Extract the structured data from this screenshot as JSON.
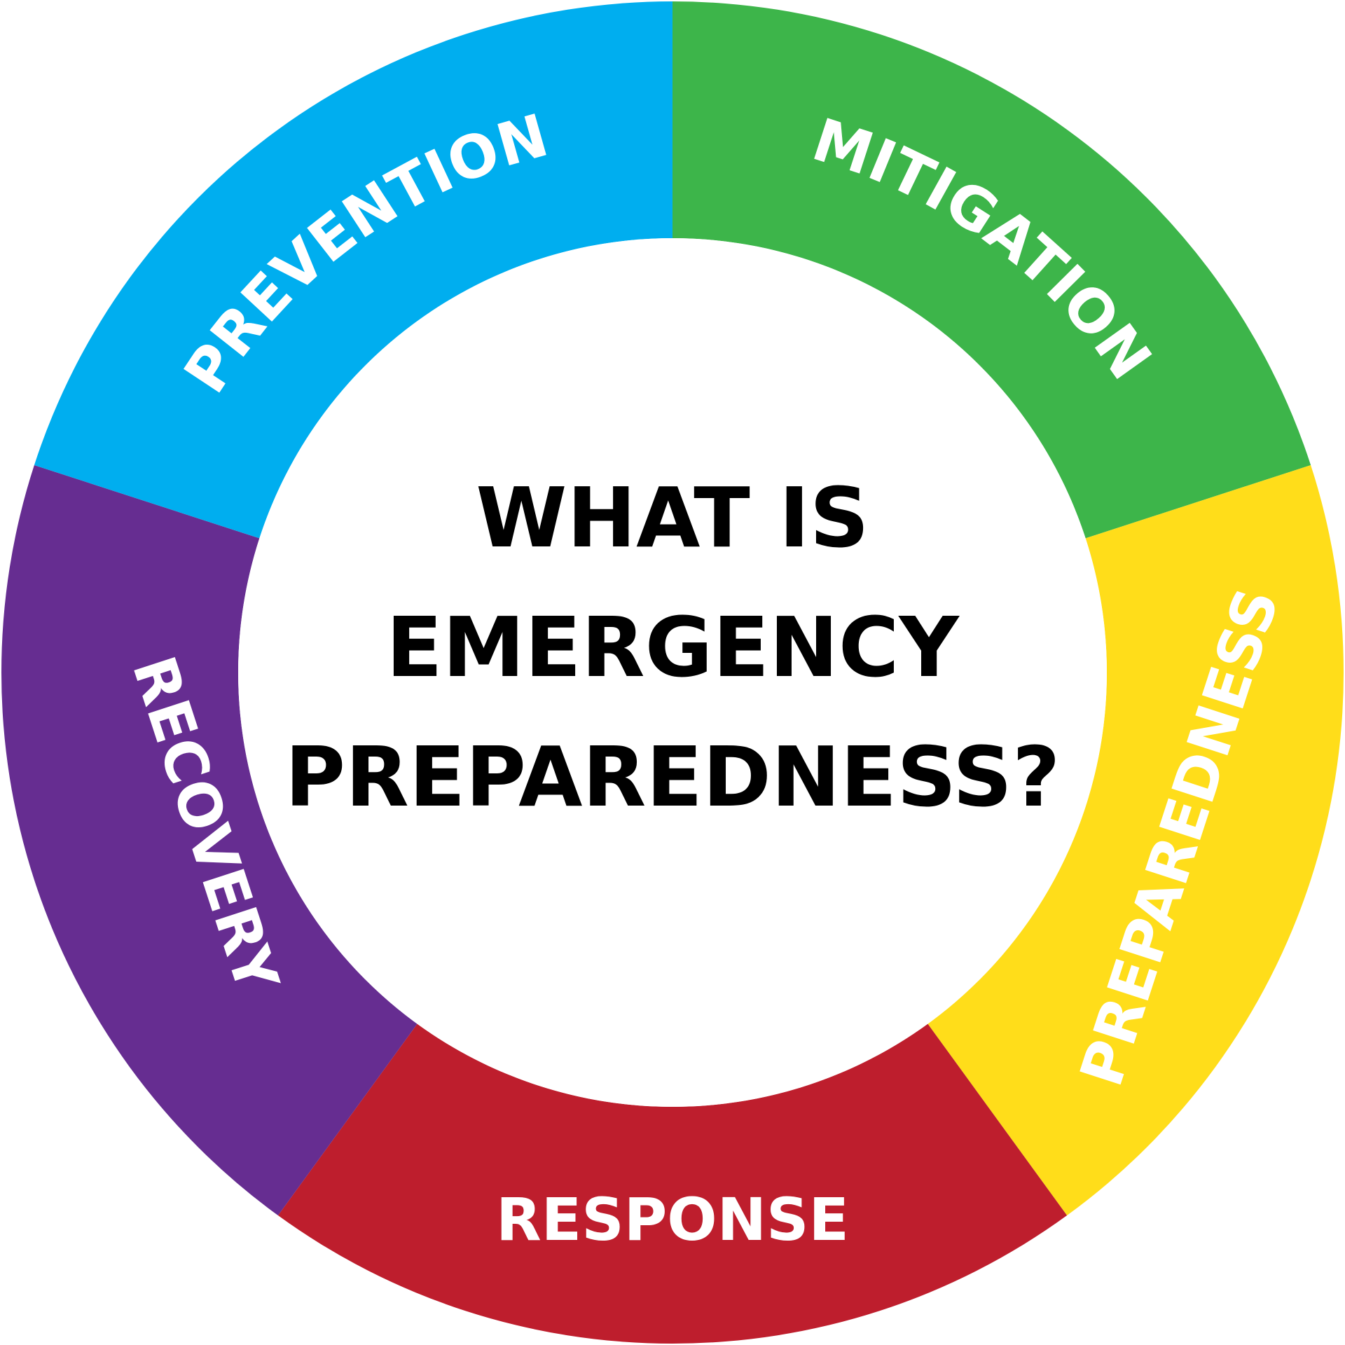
{
  "segments": [
    {
      "label": "MITIGATION",
      "color": "#3DB54A"
    },
    {
      "label": "PREPAREDNESS",
      "color": "#FFDD1A"
    },
    {
      "label": "RESPONSE",
      "color": "#BE1E2D"
    },
    {
      "label": "RECOVERY",
      "color": "#662D91"
    },
    {
      "label": "PREVENTION",
      "color": "#00AEEF"
    }
  ],
  "center": {
    "lines": [
      "WHAT IS",
      "EMERGENCY",
      "PREPAREDNESS?"
    ]
  }
}
